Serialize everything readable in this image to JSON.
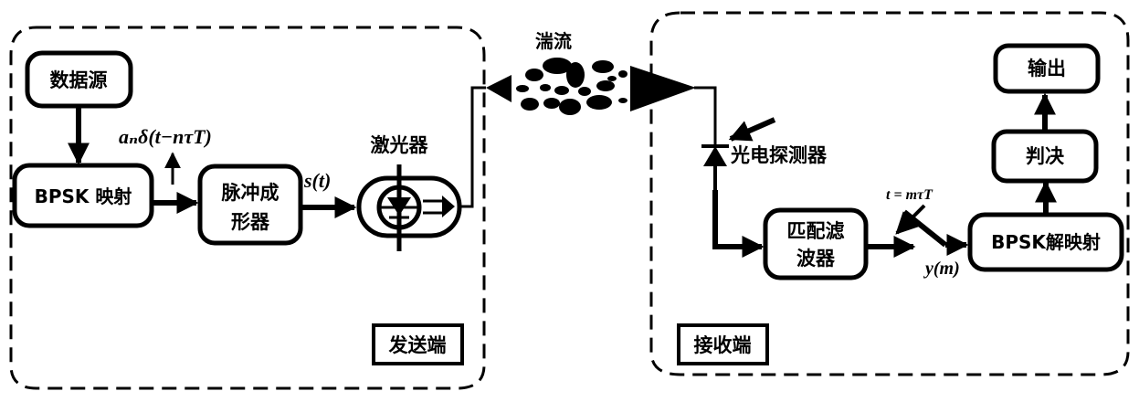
{
  "diagram": {
    "type": "communication-system-block-diagram",
    "transmitter": {
      "region_label": "发送端",
      "blocks": {
        "data_source": "数据源",
        "bpsk_mapping": "BPSK 映射",
        "pulse_shaper_line1": "脉冲成",
        "pulse_shaper_line2": "形器",
        "laser": "激光器"
      },
      "signals": {
        "impulse_train": "aₙδ(t−nτT)",
        "shaped_signal": "s(t)"
      }
    },
    "channel": {
      "label": "湍流"
    },
    "receiver": {
      "region_label": "接收端",
      "blocks": {
        "photodetector": "光电探测器",
        "matched_filter_line1": "匹配滤",
        "matched_filter_line2": "波器",
        "bpsk_demapping": "BPSK解映射",
        "decision": "判决",
        "output": "输出"
      },
      "signals": {
        "sampling": "t = mτT",
        "sampled_output": "y(m)"
      }
    }
  }
}
